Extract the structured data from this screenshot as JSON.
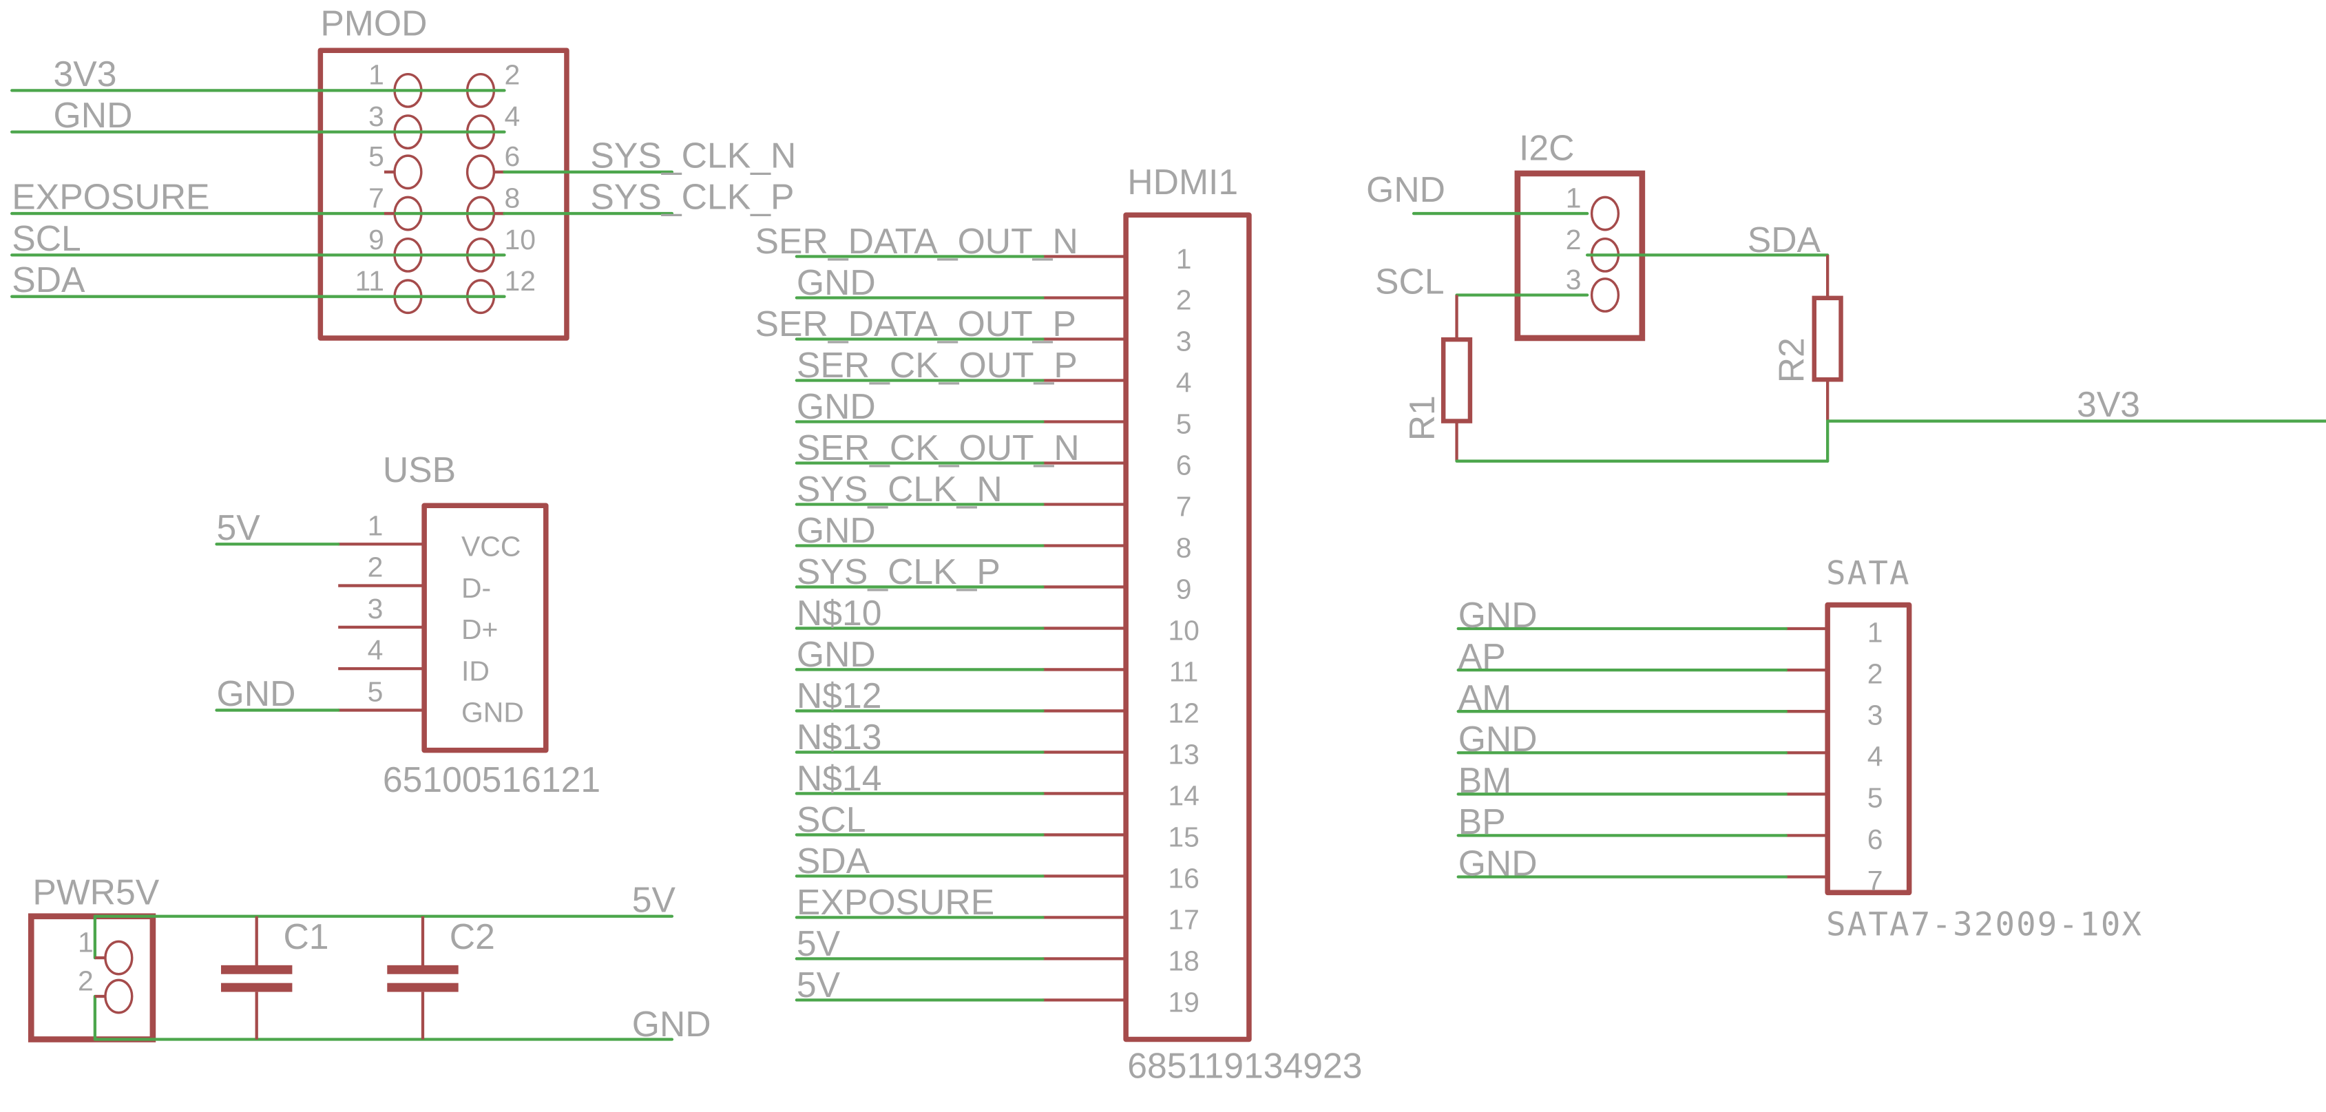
{
  "colors": {
    "wire": "#4ca64c",
    "part": "#a54b4b",
    "text": "#a5a5a5",
    "background": "#ffffff"
  },
  "pmod": {
    "name": "PMOD",
    "pins": [
      "1",
      "2",
      "3",
      "4",
      "5",
      "6",
      "7",
      "8",
      "9",
      "10",
      "11",
      "12"
    ],
    "left_nets": [
      "3V3",
      "GND",
      "EXPOSURE",
      "SCL",
      "SDA"
    ],
    "right_nets": [
      "SYS_CLK_N",
      "SYS_CLK_P"
    ]
  },
  "usb": {
    "name": "USB",
    "value": "65100516121",
    "pins": [
      "1",
      "2",
      "3",
      "4",
      "5"
    ],
    "pin_names": [
      "VCC",
      "D-",
      "D+",
      "ID",
      "GND"
    ],
    "nets": [
      "5V",
      "GND"
    ]
  },
  "pwr5v": {
    "name": "PWR5V",
    "pins": [
      "1",
      "2"
    ],
    "nets": [
      "5V",
      "GND"
    ],
    "capacitors": [
      "C1",
      "C2"
    ]
  },
  "hdmi": {
    "name": "HDMI1",
    "value": "685119134923",
    "pins": [
      "1",
      "2",
      "3",
      "4",
      "5",
      "6",
      "7",
      "8",
      "9",
      "10",
      "11",
      "12",
      "13",
      "14",
      "15",
      "16",
      "17",
      "18",
      "19"
    ],
    "nets": [
      "SER_DATA_OUT_N",
      "GND",
      "SER_DATA_OUT_P",
      "SER_CK_OUT_P",
      "GND",
      "SER_CK_OUT_N",
      "SYS_CLK_N",
      "GND",
      "SYS_CLK_P",
      "N$10",
      "GND",
      "N$12",
      "N$13",
      "N$14",
      "SCL",
      "SDA",
      "EXPOSURE",
      "5V",
      "5V"
    ]
  },
  "i2c": {
    "name": "I2C",
    "pins": [
      "1",
      "2",
      "3"
    ],
    "nets": [
      "GND",
      "SDA",
      "SCL",
      "3V3"
    ],
    "resistors": [
      "R1",
      "R2"
    ]
  },
  "sata": {
    "name": "SATA",
    "value": "SATA7-32009-10X",
    "pins": [
      "1",
      "2",
      "3",
      "4",
      "5",
      "6",
      "7"
    ],
    "nets": [
      "GND",
      "AP",
      "AM",
      "GND",
      "BM",
      "BP",
      "GND"
    ]
  }
}
